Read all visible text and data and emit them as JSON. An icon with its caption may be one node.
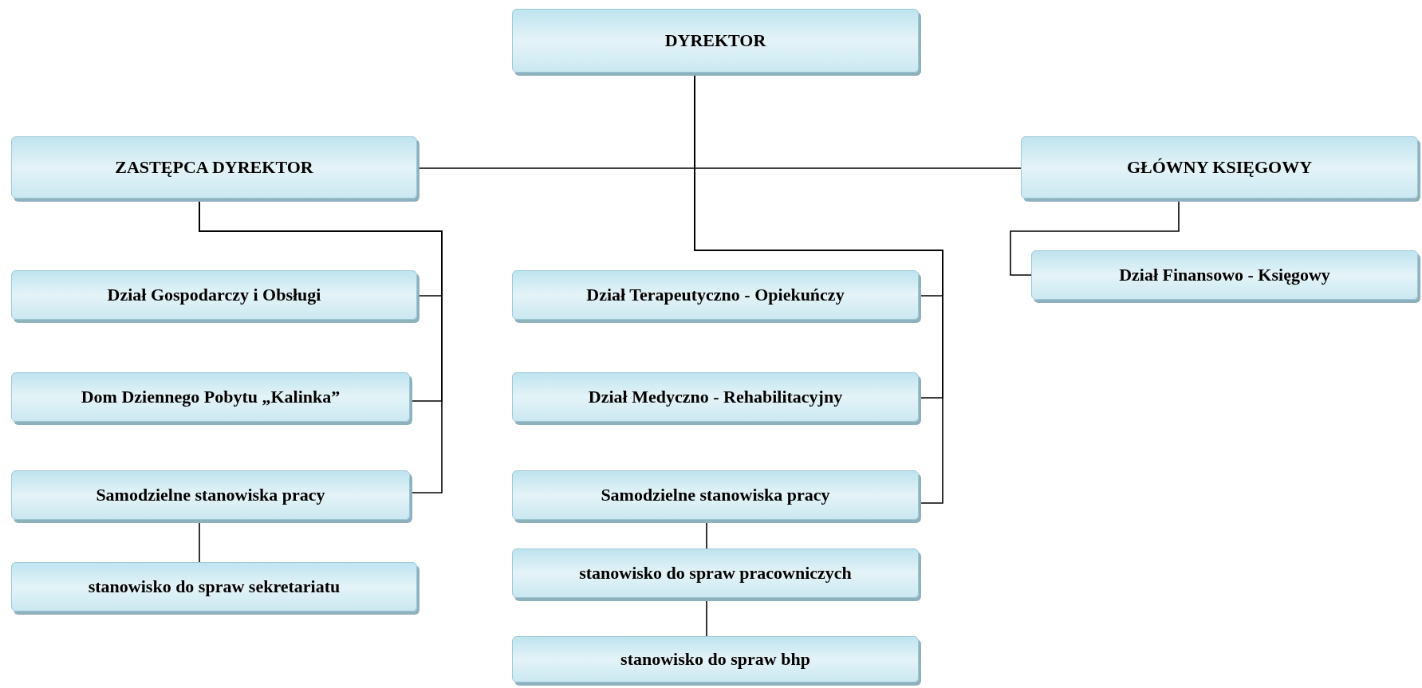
{
  "diagram": {
    "nodes": [
      {
        "text": [
          "DYREKTOR"
        ]
      },
      {
        "text": [
          "ZASTĘPCA DYREKTOR"
        ]
      },
      {
        "text": [
          "GŁÓWNY KSIĘGOWY"
        ]
      },
      {
        "text": [
          "Dział Gospodarczy i Obsługi"
        ]
      },
      {
        "text": [
          "Dom Dziennego Pobytu  „Kalinka”"
        ]
      },
      {
        "text": [
          "Samodzielne stanowiska pracy"
        ]
      },
      {
        "text": [
          "stanowisko do spraw sekretariatu"
        ]
      },
      {
        "text": [
          "Dział Terapeutyczno - Opiekuńczy"
        ]
      },
      {
        "text": [
          "Dział Medyczno - Rehabilitacyjny"
        ]
      },
      {
        "text": [
          "Samodzielne stanowiska pracy"
        ]
      },
      {
        "text": [
          "stanowisko do spraw pracowniczych"
        ]
      },
      {
        "text": [
          "stanowisko do spraw bhp"
        ]
      },
      {
        "text": [
          "Dział Finansowo - Księgowy"
        ]
      }
    ],
    "edges": [
      {
        "from": 0,
        "to": 1,
        "arrow": "none"
      },
      {
        "from": 0,
        "to": 2,
        "arrow": "none"
      },
      {
        "from": 0,
        "to": 7,
        "arrow": "none"
      },
      {
        "from": 0,
        "to": 8,
        "arrow": "none"
      },
      {
        "from": 0,
        "to": 9,
        "arrow": "none"
      },
      {
        "from": 1,
        "to": 3,
        "arrow": "none"
      },
      {
        "from": 1,
        "to": 4,
        "arrow": "none"
      },
      {
        "from": 1,
        "to": 5,
        "arrow": "none"
      },
      {
        "from": 5,
        "to": 6,
        "arrow": "none"
      },
      {
        "from": 2,
        "to": 12,
        "arrow": "none"
      },
      {
        "from": 9,
        "to": 10,
        "arrow": "none"
      },
      {
        "from": 10,
        "to": 11,
        "arrow": "none"
      }
    ]
  }
}
